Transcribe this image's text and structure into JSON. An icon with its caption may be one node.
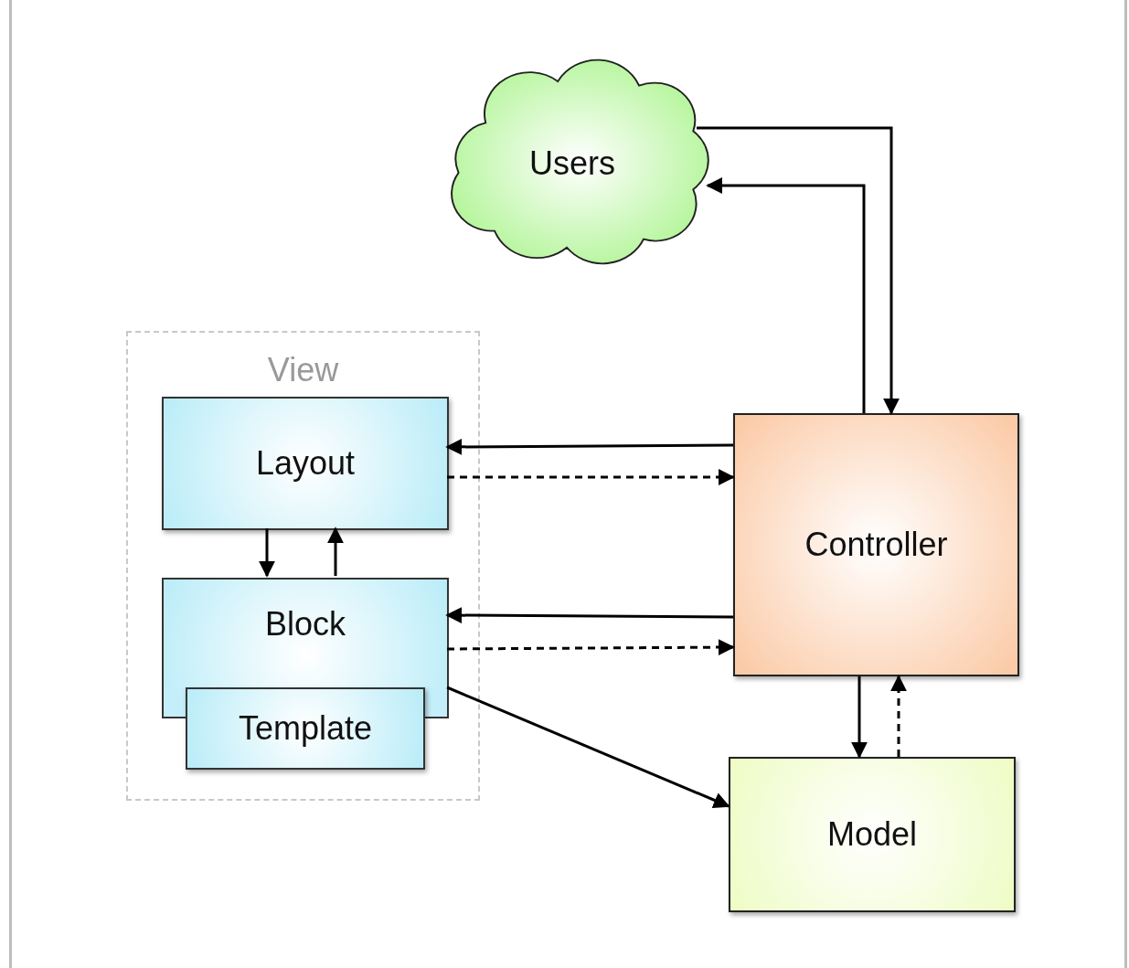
{
  "diagram": {
    "nodes": [
      {
        "text": [
          "Users"
        ]
      },
      {
        "text": [
          "View"
        ]
      },
      {
        "text": [
          "Layout"
        ],
        "in": 1
      },
      {
        "text": [
          "Block"
        ],
        "in": 1
      },
      {
        "text": [
          "Template"
        ],
        "in": 1
      },
      {
        "text": [
          "Controller"
        ]
      },
      {
        "text": [
          "Model"
        ]
      }
    ],
    "edges": [
      {
        "from": 0,
        "to": 5,
        "arrow": "to"
      },
      {
        "from": 5,
        "to": 0,
        "arrow": "to"
      },
      {
        "from": 5,
        "to": 2,
        "arrow": "to"
      },
      {
        "from": 2,
        "to": 5,
        "arrow": "to",
        "style": "dashed"
      },
      {
        "from": 2,
        "to": 3,
        "arrow": "to"
      },
      {
        "from": 3,
        "to": 2,
        "arrow": "to"
      },
      {
        "from": 5,
        "to": 3,
        "arrow": "to"
      },
      {
        "from": 3,
        "to": 5,
        "arrow": "to",
        "style": "dashed"
      },
      {
        "from": 3,
        "to": 6,
        "arrow": "to"
      },
      {
        "from": 5,
        "to": 6,
        "arrow": "to"
      },
      {
        "from": 6,
        "to": 5,
        "arrow": "to",
        "style": "dashed"
      }
    ]
  }
}
